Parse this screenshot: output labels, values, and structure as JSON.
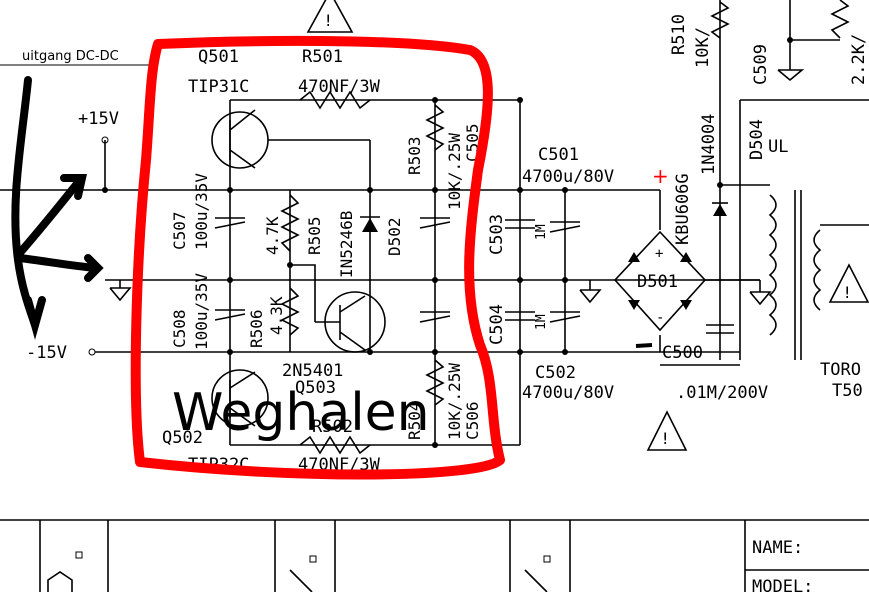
{
  "schematic": {
    "rails": {
      "pos": "+15V",
      "neg": "-15V",
      "uitgang": "uitgang DC-DC"
    },
    "transistors": {
      "q501": {
        "ref": "Q501",
        "part": "TIP31C"
      },
      "q502": {
        "ref": "Q502",
        "part": "TIP32C"
      },
      "q503": {
        "ref": "Q503",
        "part": "2N5401"
      }
    },
    "resistors": {
      "r501": {
        "ref": "R501",
        "value": "470NF/3W"
      },
      "r502": {
        "ref": "R502",
        "value": "470NF/3W"
      },
      "r503": {
        "ref": "R503",
        "value": "10K/.25W"
      },
      "r504": {
        "ref": "R504",
        "value": "10K/.25W"
      },
      "r505": {
        "ref": "R505",
        "value": "4.7K"
      },
      "r506": {
        "ref": "R506",
        "value": "4.3K"
      },
      "r510": {
        "ref": "R510",
        "value": "10K/"
      }
    },
    "capacitors": {
      "c501": {
        "ref": "C501",
        "value": "4700u/80V"
      },
      "c502": {
        "ref": "C502",
        "value": "4700u/80V"
      },
      "c503": {
        "ref": "C503",
        "value": "1M"
      },
      "c504": {
        "ref": "C504",
        "value": "1M"
      },
      "c505": {
        "ref": "C505"
      },
      "c506": {
        "ref": "C506"
      },
      "c507": {
        "ref": "C507",
        "value": "100u/35V"
      },
      "c508": {
        "ref": "C508",
        "value": "100u/35V"
      },
      "c509": {
        "ref": "C509",
        "value": "2.2K/"
      },
      "c500": {
        "ref": "C500",
        "value": ".01M/200V"
      }
    },
    "diodes": {
      "d501": {
        "ref": "D501",
        "part": "KBU606G"
      },
      "d502": {
        "ref": "D502",
        "part": "IN5246B"
      },
      "d504": {
        "ref": "D504",
        "part": "1N4004",
        "flag": "UL"
      }
    },
    "transformer": {
      "label": "TORO",
      "ref": "T50"
    },
    "warning_glyph": "!"
  },
  "annotation": {
    "text": "Weghalen",
    "color": "#ff0000",
    "arrow_color": "#000000"
  },
  "title_block": {
    "name_label": "NAME:",
    "model_label": "MODEL:"
  }
}
